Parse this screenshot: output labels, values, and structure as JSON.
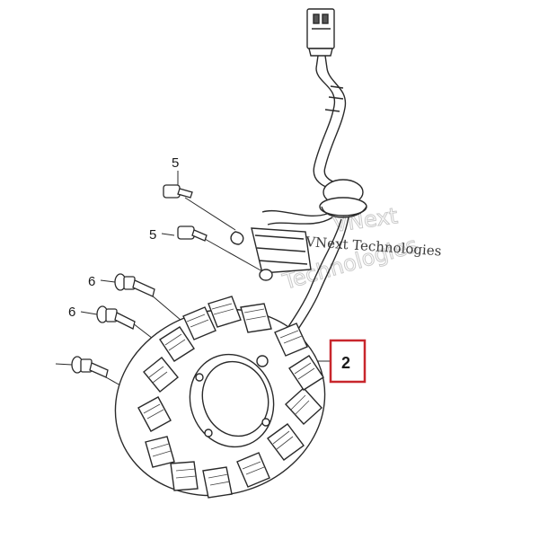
{
  "callouts": {
    "bolt_upper": "5",
    "bolt_lower": "5",
    "flange_bolt_upper": "6",
    "flange_bolt_lower": "6",
    "highlighted_part": "2"
  },
  "watermark": {
    "text": "VNext Technologies",
    "ghost_line_1": "VNext",
    "ghost_line_2": "Technologies"
  },
  "colors": {
    "line": "#2a2a2a",
    "highlight_box": "#c8262c",
    "ghost_watermark": "#c9c9c9"
  }
}
